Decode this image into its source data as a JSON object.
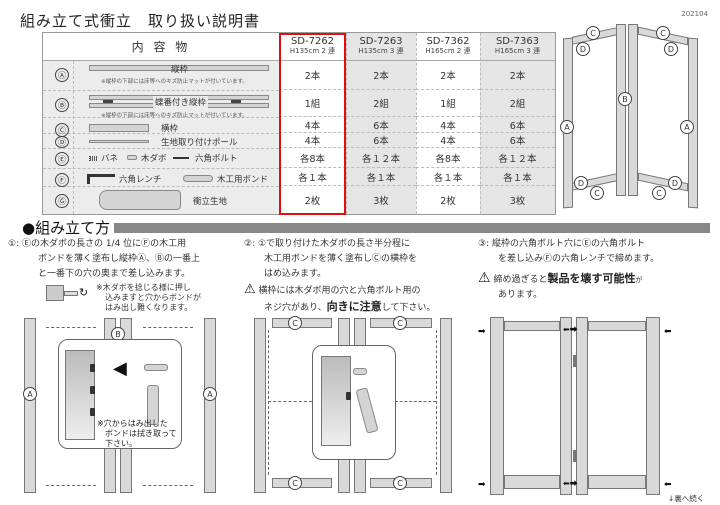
{
  "header": {
    "title": "組み立て式衝立　取り扱い説明書",
    "doc_id": "202104"
  },
  "parts_table": {
    "contents_header": "内 容 物",
    "models": [
      {
        "code": "SD-7262",
        "spec": "H135cm 2 連",
        "highlighted": true
      },
      {
        "code": "SD-7263",
        "spec": "H135cm 3 連",
        "highlighted": false
      },
      {
        "code": "SD-7362",
        "spec": "H165cm 2 連",
        "highlighted": false
      },
      {
        "code": "SD-7363",
        "spec": "H165cm 3 連",
        "highlighted": false
      }
    ],
    "rows": [
      {
        "mark": "Ⓐ",
        "items": [
          "縦枠"
        ],
        "note": "※縦枠の下部には床等へのキズ防止マットが付いています。",
        "qty": [
          "2本",
          "2本",
          "2本",
          "2本"
        ]
      },
      {
        "mark": "Ⓑ",
        "items": [
          "蝶番付き縦枠"
        ],
        "note": "※縦枠の下部には床等へのキズ防止マットが付いています。",
        "qty": [
          "1組",
          "2組",
          "1組",
          "2組"
        ]
      },
      {
        "mark": "Ⓒ",
        "items": [
          "横枠"
        ],
        "qty": [
          "4本",
          "6本",
          "4本",
          "6本"
        ]
      },
      {
        "mark": "Ⓓ",
        "items": [
          "生地取り付けポール"
        ],
        "qty": [
          "4本",
          "6本",
          "4本",
          "6本"
        ]
      },
      {
        "mark": "Ⓔ",
        "items": [
          "バネ",
          "木ダボ",
          "六角ボルト"
        ],
        "qty": [
          "各8本",
          "各１２本",
          "各8本",
          "各１２本"
        ]
      },
      {
        "mark": "Ⓕ",
        "items": [
          "六角レンチ",
          "木工用ボンド"
        ],
        "qty": [
          "各１本",
          "各１本",
          "各１本",
          "各１本"
        ]
      },
      {
        "mark": "Ⓖ",
        "items": [
          "衝立生地"
        ],
        "qty": [
          "2枚",
          "3枚",
          "2枚",
          "3枚"
        ]
      }
    ],
    "highlight_color": "#e01010"
  },
  "overview_labels": {
    "c": "C",
    "d": "D",
    "b": "B",
    "a": "A"
  },
  "assembly": {
    "title": "●組み立て方",
    "step1": {
      "lines": [
        "①: Ⓔの木ダボの長さの 1/4 位にⒻの木工用",
        "ボンドを薄く塗布し縦枠Ⓐ、Ⓑの一番上",
        "と一番下の穴の奥まで差し込みます。"
      ],
      "tip": [
        "※木ダボを捻じる様に押し",
        "込みますと穴からボンドが",
        "はみ出し難くなります。"
      ],
      "inset_note": [
        "※穴からはみ出した",
        "ボンドは拭き取って",
        "下さい。"
      ],
      "labels": {
        "a": "A",
        "b": "B"
      }
    },
    "step2": {
      "lines": [
        "②: ①で取り付けた木ダボの長さ半分程に",
        "木工用ボンドを薄く塗布しⒸの横枠を",
        "はめ込みます。"
      ],
      "warning_lines": [
        "横枠には木ダボ用の穴と六角ボルト用の",
        "ネジ穴があり、"
      ],
      "warning_emphasis": "向きに注意",
      "warning_tail": "して下さい。",
      "label_c": "C"
    },
    "step3": {
      "lines": [
        "③: 縦枠の六角ボルト穴にⒺの六角ボルト",
        "を差し込みⒻの六角レンチで締めます。"
      ],
      "warning_pre": "締め過ぎると",
      "warning_emphasis": "製品を壊す可能性",
      "warning_tail": "が",
      "warning_line2": "あります。"
    },
    "continue_note": "↓裏へ続く"
  }
}
